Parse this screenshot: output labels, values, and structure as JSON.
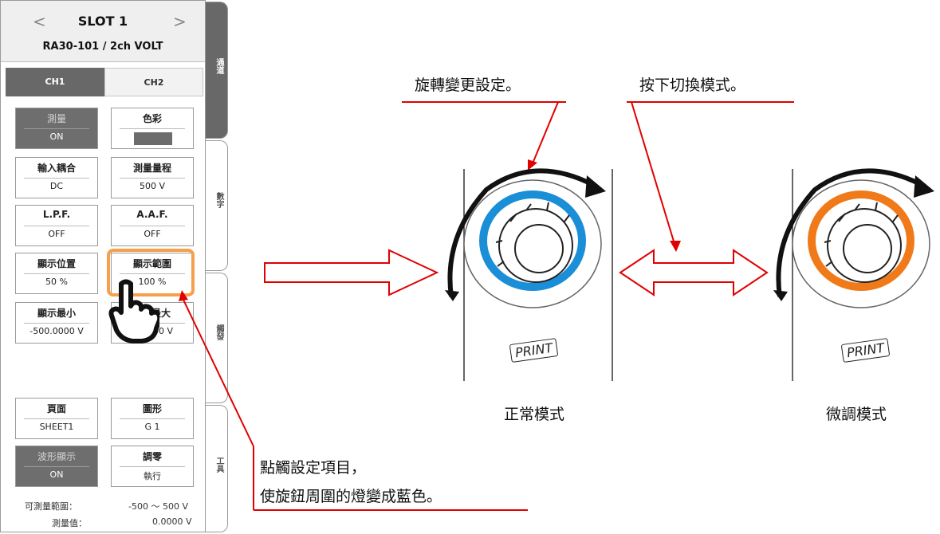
{
  "panel": {
    "slot_title": "SLOT 1",
    "slot_subtitle": "RA30-101 / 2ch VOLT",
    "nav_prev": "<",
    "nav_next": ">",
    "tabs": [
      {
        "label": "CH1",
        "active": true
      },
      {
        "label": "CH2",
        "active": false
      }
    ],
    "buttons": {
      "measure": {
        "title": "測量",
        "value": "ON"
      },
      "color": {
        "title": "色彩",
        "swatch": "#6c6c6c"
      },
      "coupling": {
        "title": "輸入耦合",
        "value": "DC"
      },
      "range": {
        "title": "測量量程",
        "value": "500 V"
      },
      "lpf": {
        "title": "L.P.F.",
        "value": "OFF"
      },
      "aaf": {
        "title": "A.A.F.",
        "value": "OFF"
      },
      "position": {
        "title": "顯示位置",
        "value": "50 %"
      },
      "span": {
        "title": "顯示範圍",
        "value": "100 %"
      },
      "dispmin": {
        "title": "顯示最小",
        "value": "-500.0000 V"
      },
      "dispmax": {
        "title": "最大",
        "value": "000 V"
      },
      "page": {
        "title": "頁面",
        "value": "SHEET1"
      },
      "graph": {
        "title": "圖形",
        "value": "G 1"
      },
      "wave": {
        "title": "波形顯示",
        "value": "ON"
      },
      "zero": {
        "title": "調零",
        "value": "執行"
      }
    },
    "footer": {
      "range_label": "可測量範圍：",
      "range_value": "-500 ～ 500 V",
      "meas_label": "測量值：",
      "meas_value": "0.0000 V"
    },
    "side_tabs": [
      "通道",
      "數字",
      "觸發",
      "工具"
    ]
  },
  "diagram": {
    "caption_rotate": "旋轉變更設定。",
    "caption_press": "按下切換模式。",
    "caption_touch_line1": "點觸設定項目，",
    "caption_touch_line2": "使旋鈕周圍的燈變成藍色。",
    "mode_normal": "正常模式",
    "mode_fine": "微調模式",
    "print_label": "PRINT",
    "colors": {
      "normal_ring": "#1a8ed6",
      "fine_ring": "#f07a1a",
      "highlight": "#f5a04a",
      "annotation": "#e00000"
    }
  }
}
